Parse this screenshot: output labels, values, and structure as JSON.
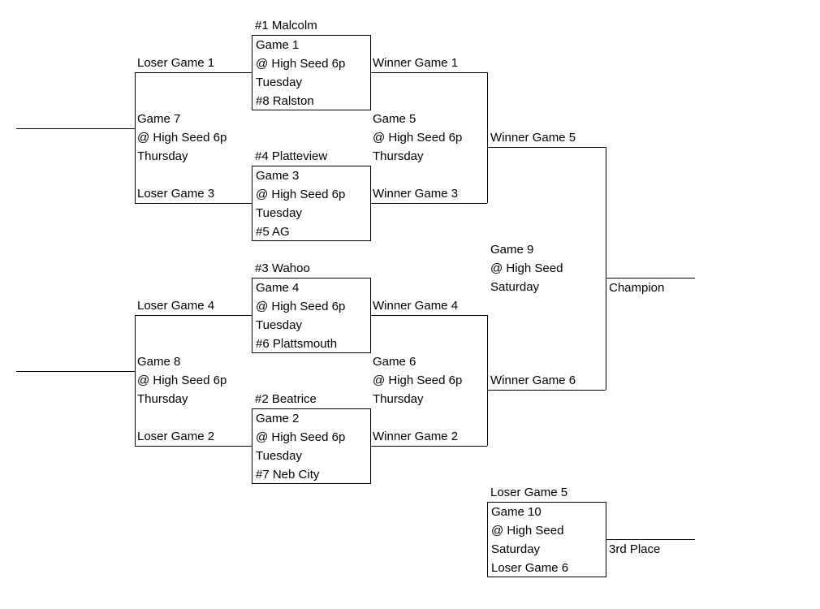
{
  "canvas": {
    "background": "#ffffff",
    "line_color": "#000000",
    "text_color": "#000000"
  },
  "games": {
    "game1": {
      "seed_high": "#1 Malcolm",
      "name": "Game 1",
      "venue": "@ High Seed 6p",
      "day": "Tuesday",
      "seed_low": "#8 Ralston"
    },
    "game2": {
      "seed_high": "#2 Beatrice",
      "name": "Game 2",
      "venue": "@ High Seed 6p",
      "day": "Tuesday",
      "seed_low": "#7 Neb City"
    },
    "game3": {
      "seed_high": "#4 Platteview",
      "name": "Game 3",
      "venue": "@ High Seed 6p",
      "day": "Tuesday",
      "seed_low": "#5 AG"
    },
    "game4": {
      "seed_high": "#3 Wahoo",
      "name": "Game 4",
      "venue": "@ High Seed 6p",
      "day": "Tuesday",
      "seed_low": "#6 Plattsmouth"
    },
    "game5": {
      "name": "Game 5",
      "venue": "@ High Seed 6p",
      "day": "Thursday"
    },
    "game6": {
      "name": "Game 6",
      "venue": "@ High Seed 6p",
      "day": "Thursday"
    },
    "game7": {
      "name": "Game 7",
      "venue": "@ High Seed 6p",
      "day": "Thursday"
    },
    "game8": {
      "name": "Game 8",
      "venue": "@ High Seed 6p",
      "day": "Thursday"
    },
    "game9": {
      "name": "Game 9",
      "venue": "@ High Seed",
      "day": "Saturday"
    },
    "game10": {
      "feeder_top": "Loser Game 5",
      "name": "Game 10",
      "venue": "@ High Seed",
      "day": "Saturday",
      "feeder_bottom": "Loser Game 6"
    }
  },
  "labels": {
    "loser_game_1": "Loser Game 1",
    "loser_game_2": "Loser Game 2",
    "loser_game_3": "Loser Game 3",
    "loser_game_4": "Loser Game 4",
    "winner_game_1": "Winner Game 1",
    "winner_game_2": "Winner Game 2",
    "winner_game_3": "Winner Game 3",
    "winner_game_4": "Winner Game 4",
    "winner_game_5": "Winner Game 5",
    "winner_game_6": "Winner Game 6",
    "champion": "Champion",
    "third_place": "3rd Place"
  }
}
